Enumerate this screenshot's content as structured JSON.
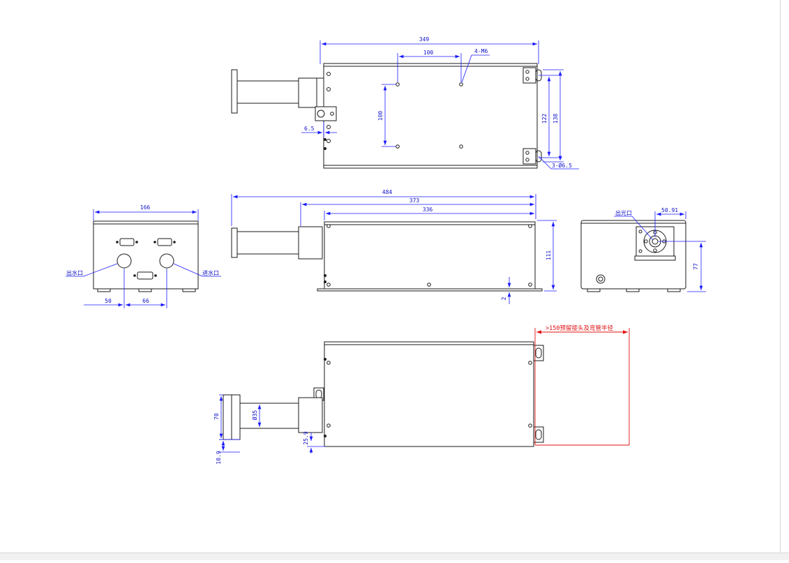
{
  "colors": {
    "object_line": "#1a1a1a",
    "dimension_line": "#1a1aff",
    "clearance_note": "#e01010",
    "background": "#ffffff"
  },
  "top_view": {
    "dim_overall_length": "349",
    "dim_hole_spacing_x": "100",
    "note_threads": "4-M6",
    "dim_hole_spacing_y": "100",
    "dim_edge_offset": "6.5",
    "dim_slot_spacing": "122",
    "dim_bracket_height": "138",
    "note_mount_holes": "3-Ø6.5"
  },
  "front_view": {
    "dim_total_length": "484",
    "dim_length_373": "373",
    "dim_body_length": "336",
    "dim_height": "111",
    "dim_foot": "2"
  },
  "left_end_view": {
    "dim_width": "166",
    "label_water_out": "出水口",
    "label_water_in": "进水口",
    "dim_50": "50",
    "dim_66": "66"
  },
  "right_end_view": {
    "label_light_out": "出光口",
    "dim_50_91": "50.91",
    "dim_77": "77"
  },
  "bottom_view": {
    "clearance_note": ">150预留接头及弯管半径",
    "dim_70": "70",
    "dim_dia_35": "Ø35",
    "dim_25_9": "25.9",
    "dim_10_9": "10.9"
  }
}
